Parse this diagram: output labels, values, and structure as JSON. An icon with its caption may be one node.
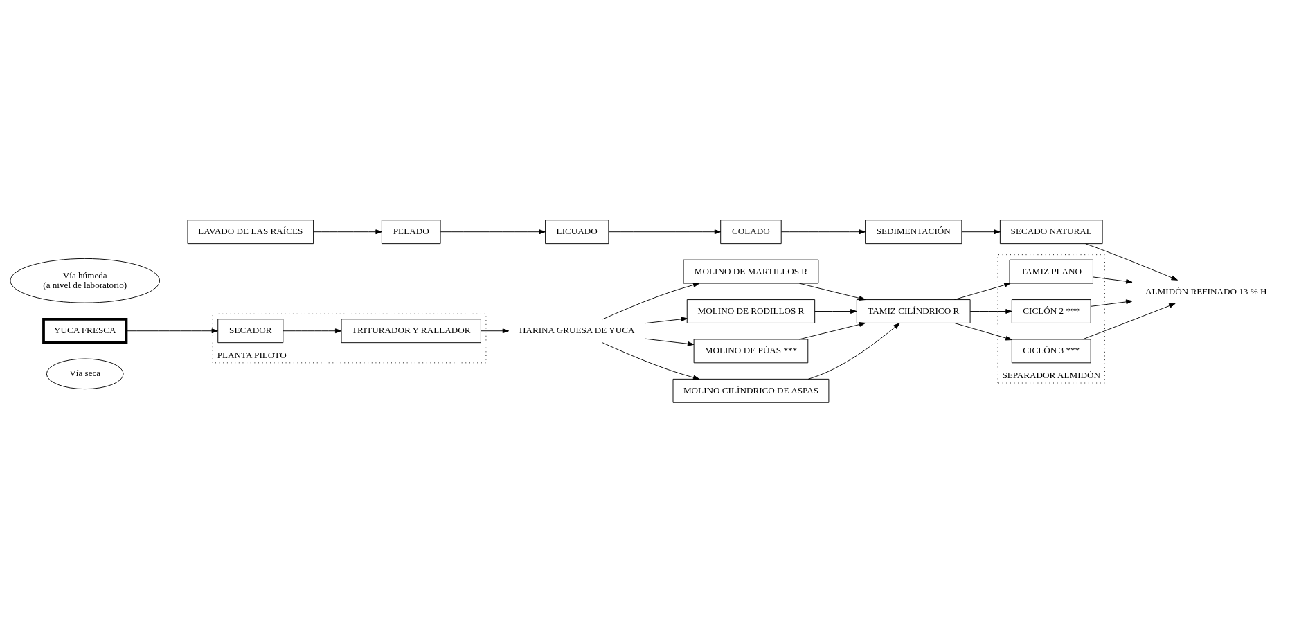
{
  "diagram": {
    "nodes": [
      {
        "text": [
          "Vía seca"
        ]
      },
      {
        "text": [
          "HARINA GRUESA DE YUCA"
        ]
      },
      {
        "text": [
          "MOLINO DE MARTILLOS R"
        ]
      },
      {
        "text": [
          "MOLINO DE RODILLOS R"
        ]
      },
      {
        "text": [
          "MOLINO DE PÚAS ***"
        ]
      },
      {
        "text": [
          "MOLINO CILÍNDRICO DE ASPAS"
        ]
      },
      {
        "text": [
          "TAMIZ CILÍNDRICO R"
        ]
      },
      {
        "text": [
          "SEPARADOR ALMIDÓN"
        ]
      },
      {
        "text": [
          "TAMIZ PLANO"
        ],
        "in": 7
      },
      {
        "text": [
          "CICLÓN 2 ***"
        ],
        "in": 7
      },
      {
        "text": [
          "CICLÓN 3 ***"
        ],
        "in": 7
      },
      {
        "text": [
          "PLANTA PILOTO"
        ]
      },
      {
        "text": [
          "TRITURADOR Y RALLADOR"
        ],
        "in": 11
      },
      {
        "text": [
          "YUCA FRESCA"
        ]
      },
      {
        "text": [
          "SECADOR"
        ],
        "in": 11
      },
      {
        "text": [
          "ALMIDÓN REFINADO 13 % H"
        ]
      },
      {
        "text": [
          "SECADO NATURAL"
        ]
      },
      {
        "text": [
          "Vía húmeda",
          "(a nivel de laboratorio)"
        ]
      },
      {
        "text": [
          "LAVADO DE LAS RAÍCES"
        ]
      },
      {
        "text": [
          "PELADO"
        ]
      },
      {
        "text": [
          "LICUADO"
        ]
      },
      {
        "text": [
          "COLADO"
        ]
      },
      {
        "text": [
          "SEDIMENTACIÓN"
        ]
      }
    ],
    "edges": [
      {
        "from": 13,
        "to": 14,
        "arrow": "to"
      },
      {
        "from": 14,
        "to": 12,
        "arrow": "to"
      },
      {
        "from": 12,
        "to": 1,
        "arrow": "to"
      },
      {
        "from": 1,
        "to": 2,
        "arrow": "to"
      },
      {
        "from": 1,
        "to": 3,
        "arrow": "to"
      },
      {
        "from": 1,
        "to": 4,
        "arrow": "to"
      },
      {
        "from": 1,
        "to": 5,
        "arrow": "to"
      },
      {
        "from": 2,
        "to": 6,
        "arrow": "to"
      },
      {
        "from": 3,
        "to": 6,
        "arrow": "to"
      },
      {
        "from": 4,
        "to": 6,
        "arrow": "to"
      },
      {
        "from": 5,
        "to": 6,
        "arrow": "to"
      },
      {
        "from": 6,
        "to": 8,
        "arrow": "to"
      },
      {
        "from": 6,
        "to": 9,
        "arrow": "to"
      },
      {
        "from": 6,
        "to": 10,
        "arrow": "to"
      },
      {
        "from": 8,
        "to": 15,
        "arrow": "to"
      },
      {
        "from": 9,
        "to": 15,
        "arrow": "to"
      },
      {
        "from": 10,
        "to": 15,
        "arrow": "to"
      },
      {
        "from": 18,
        "to": 19,
        "arrow": "to"
      },
      {
        "from": 19,
        "to": 20,
        "arrow": "to"
      },
      {
        "from": 20,
        "to": 21,
        "arrow": "to"
      },
      {
        "from": 21,
        "to": 22,
        "arrow": "to"
      },
      {
        "from": 22,
        "to": 16,
        "arrow": "to"
      },
      {
        "from": 16,
        "to": 15,
        "arrow": "to"
      }
    ]
  }
}
